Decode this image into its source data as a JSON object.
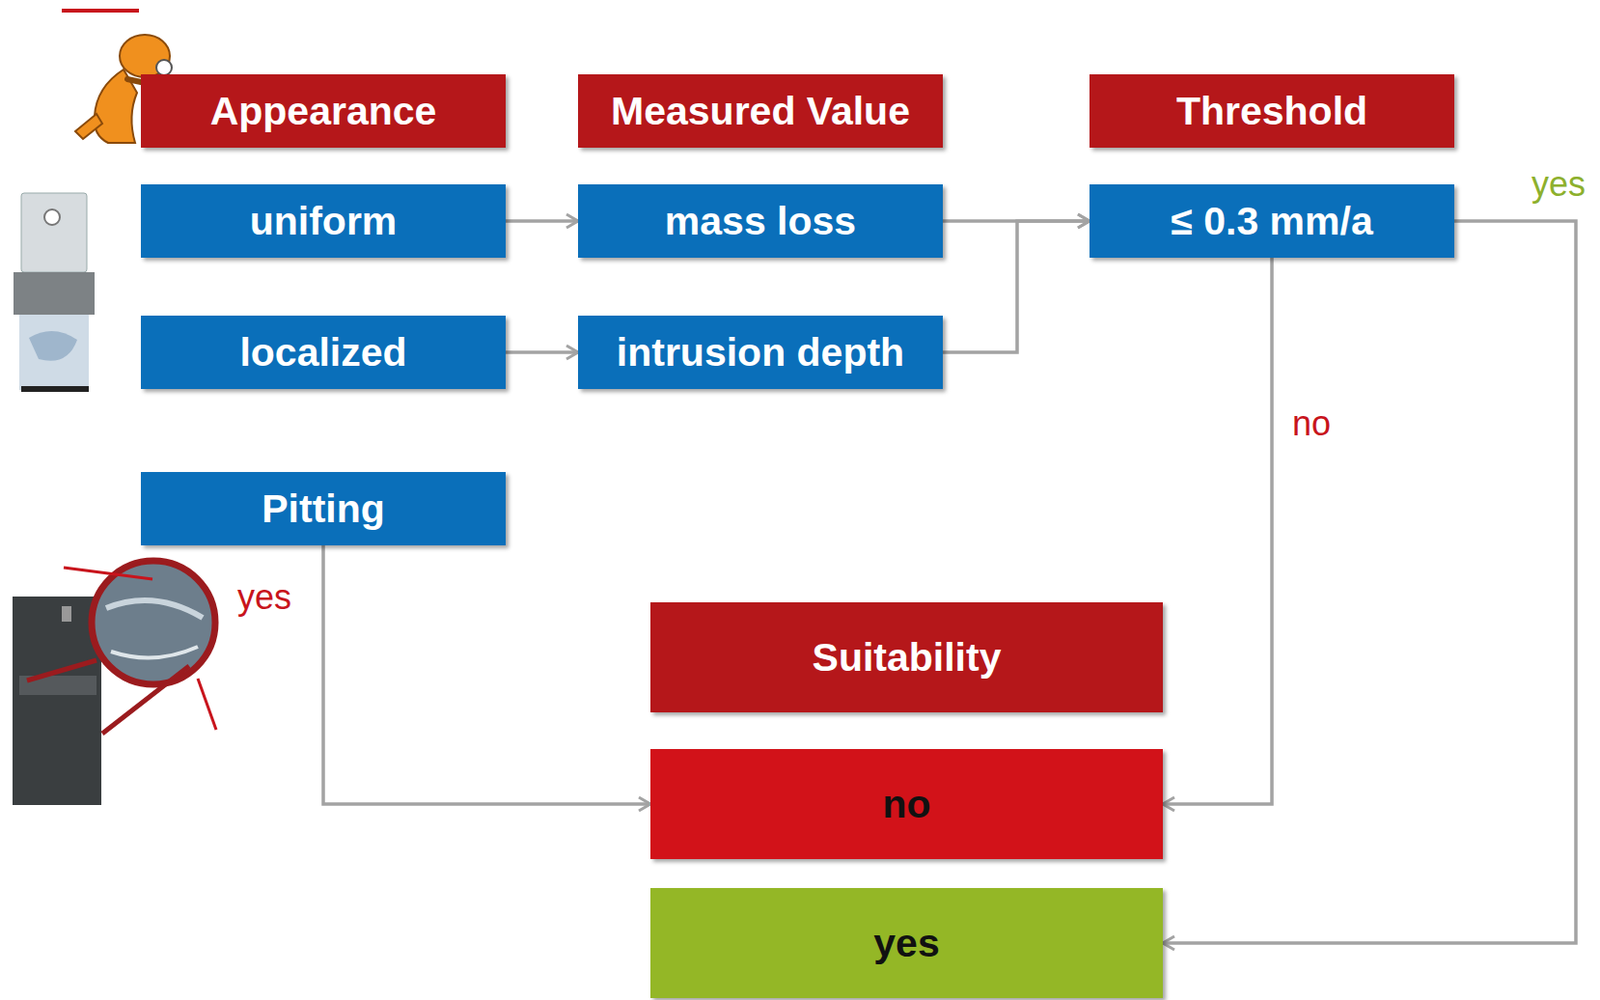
{
  "diagram": {
    "nodes": [
      {
        "text": [
          "Appearance"
        ]
      },
      {
        "text": [
          "Measured Value"
        ]
      },
      {
        "text": [
          "Threshold"
        ]
      },
      {
        "text": [
          "uniform"
        ]
      },
      {
        "text": [
          "mass loss"
        ]
      },
      {
        "text": [
          "≤ 0.3 mm/a"
        ]
      },
      {
        "text": [
          "localized"
        ]
      },
      {
        "text": [
          "intrusion depth"
        ]
      },
      {
        "text": [
          "Pitting"
        ]
      },
      {
        "text": [
          "Suitability"
        ]
      },
      {
        "text": [
          "no"
        ]
      },
      {
        "text": [
          "yes"
        ]
      }
    ],
    "edges": [
      {
        "from": 3,
        "to": 4,
        "arrow": "to"
      },
      {
        "from": 6,
        "to": 7,
        "arrow": "to"
      },
      {
        "from": 4,
        "to": 5,
        "arrow": "to"
      },
      {
        "from": 7,
        "to": 5,
        "arrow": "to"
      },
      {
        "from": 5,
        "to": 11,
        "label": "yes",
        "arrow": "to"
      },
      {
        "from": 5,
        "to": 10,
        "label": "no",
        "arrow": "to"
      },
      {
        "from": 8,
        "to": 10,
        "label": "yes",
        "arrow": "to"
      }
    ]
  }
}
